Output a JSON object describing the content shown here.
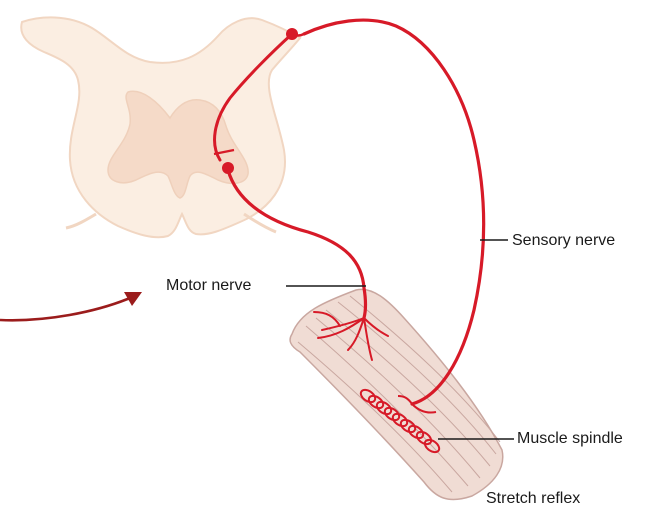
{
  "figure": {
    "labels": {
      "sensory_nerve": "Sensory nerve",
      "motor_nerve": "Motor nerve",
      "muscle_spindle": "Muscle spindle",
      "caption": "Stretch reflex"
    }
  },
  "colors": {
    "nerve_red": "#d71a28",
    "spinal_cord_fill": "#fbeee2",
    "spinal_cord_outline": "#f1d6c2",
    "grey_matter": "#f5dac8",
    "muscle_fill": "#f0dcd4",
    "muscle_stroke": "#c9a7a0",
    "pointer_arrow": "#9b1c1c",
    "leader_line": "#1a1a1a"
  }
}
